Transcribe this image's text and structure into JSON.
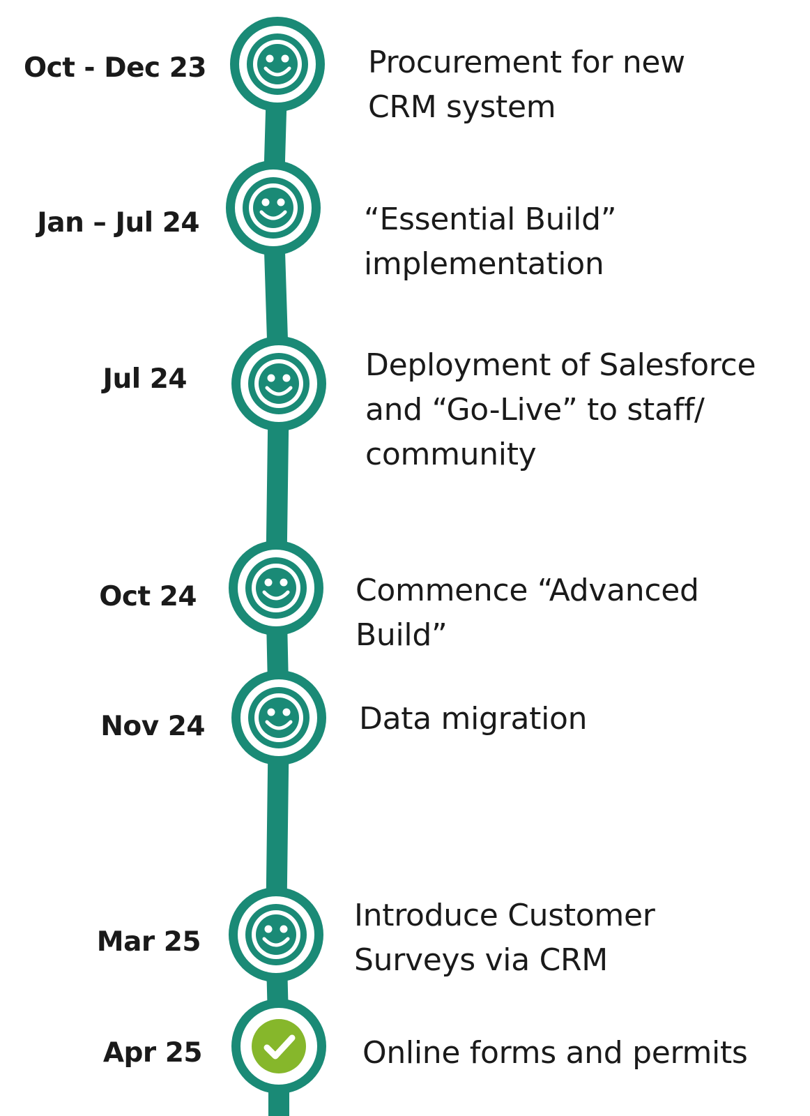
{
  "colors": {
    "teal": "#1a8a76",
    "check_green": "#86b72b",
    "text": "#1a1a1a",
    "background": "#ffffff"
  },
  "milestones": [
    {
      "date": "Oct - Dec 23",
      "description": "Procurement for new\nCRM system",
      "icon": "smiley-face-icon",
      "status": "complete"
    },
    {
      "date": "Jan – Jul 24",
      "description": "“Essential Build”\nimplementation",
      "icon": "smiley-face-icon",
      "status": "complete"
    },
    {
      "date": "Jul 24",
      "description": "Deployment of Salesforce\nand “Go-Live” to staff/\ncommunity",
      "icon": "smiley-face-icon",
      "status": "complete"
    },
    {
      "date": "Oct 24",
      "description": "Commence “Advanced\nBuild”",
      "icon": "smiley-face-icon",
      "status": "complete"
    },
    {
      "date": "Nov 24",
      "description": "Data migration",
      "icon": "smiley-face-icon",
      "status": "complete"
    },
    {
      "date": "Mar 25",
      "description": "Introduce Customer\nSurveys via CRM",
      "icon": "smiley-face-icon",
      "status": "complete"
    },
    {
      "date": "Apr 25",
      "description": "Online forms and permits",
      "icon": "check-mark-icon",
      "status": "current"
    }
  ]
}
